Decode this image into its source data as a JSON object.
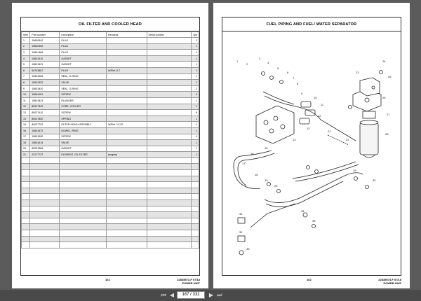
{
  "left_page": {
    "title": "OIL FILTER AND COOLER HEAD",
    "headers": [
      "Item",
      "Part number",
      "Description",
      "Remarks",
      "Serial number",
      "Qty"
    ],
    "rows": [
      [
        "1",
        "15600942",
        "PLUG",
        "",
        "",
        "1"
      ],
      [
        "2",
        "15600459",
        "PLUG",
        "",
        "",
        "1"
      ],
      [
        "3",
        "15601486",
        "PLUG",
        "",
        "",
        "2"
      ],
      [
        "4",
        "15601510",
        "GASKET",
        "",
        "",
        "1"
      ],
      [
        "5",
        "15601531",
        "GASKET",
        "",
        "",
        "1"
      ],
      [
        "6",
        "66743887",
        "PLUG",
        "W/Ref. 6-7",
        "",
        "1"
      ],
      [
        "7",
        "15601556",
        "SEAL, O-RING",
        "",
        "",
        "1"
      ],
      [
        "8",
        "15601522",
        "VALVE",
        "",
        "",
        "1"
      ],
      [
        "9",
        "15601820",
        "SEAL, O-RING",
        "",
        "",
        "1"
      ],
      [
        "10",
        "15694181",
        "SCREW",
        "",
        "",
        "3"
      ],
      [
        "11",
        "15601823",
        "PLUNGER",
        "",
        "",
        "1"
      ],
      [
        "12",
        "80027340",
        "CORE, COOLER",
        "",
        "",
        "1"
      ],
      [
        "13",
        "80027410",
        "SCREW",
        "",
        "",
        "8"
      ],
      [
        "14",
        "80027800",
        "SPRING",
        "",
        "",
        "1"
      ],
      [
        "15",
        "80027792",
        "FILTER HEAD ASSEMBLY",
        "W/Ref. 13-20",
        "",
        "1"
      ],
      [
        "16",
        "15601672",
        "DOWEL, RING",
        "",
        "",
        "1"
      ],
      [
        "17",
        "15601590",
        "SCREW",
        "",
        "",
        "4"
      ],
      [
        "18",
        "15601614",
        "VALVE",
        "",
        "",
        "1"
      ],
      [
        "20",
        "80027886",
        "GASKET",
        "",
        "",
        "1"
      ],
      [
        "21",
        "22177737",
        "ELEMENT, OIL FILTER",
        "(engine)",
        "",
        "1"
      ]
    ],
    "empty_rows": 15,
    "footer_code": "22835573-F 07/18",
    "footer_section": "POWER UNIT",
    "page_number": "161"
  },
  "right_page": {
    "title": "FUEL PIPING AND FUEL/ WATER SEPARATOR",
    "footer_code": "22835573-F 07/18",
    "footer_section": "POWER UNIT",
    "page_number": "162",
    "callouts": [
      "1",
      "2",
      "3",
      "4",
      "5",
      "6",
      "7",
      "8",
      "9",
      "10",
      "11",
      "12",
      "13",
      "14",
      "15",
      "16",
      "17",
      "18",
      "19",
      "20",
      "21",
      "22",
      "23",
      "24",
      "25",
      "26",
      "27",
      "28",
      "29",
      "30",
      "31",
      "32",
      "33",
      "34",
      "35"
    ]
  },
  "toolbar": {
    "page_display": "167 / 332",
    "first_icon": "first-page-icon",
    "prev_icon": "prev-page-icon",
    "next_icon": "next-page-icon",
    "last_icon": "last-page-icon"
  }
}
